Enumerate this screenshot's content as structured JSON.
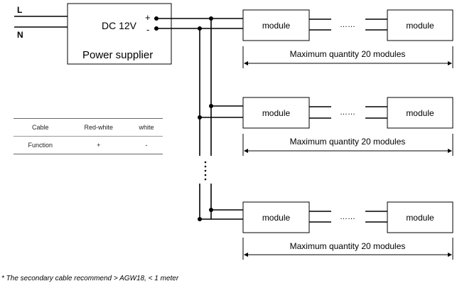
{
  "inputs": {
    "l_label": "L",
    "n_label": "N"
  },
  "power_supply": {
    "voltage_label": "DC 12V",
    "plus_label": "+",
    "minus_label": "-",
    "name_label": "Power supplier"
  },
  "branches": [
    {
      "module_left": "module",
      "dots": "……",
      "module_right": "module",
      "quantity_label": "Maximum quantity 20 modules"
    },
    {
      "module_left": "module",
      "dots": "……",
      "module_right": "module",
      "quantity_label": "Maximum quantity 20 modules"
    },
    {
      "module_left": "module",
      "dots": "……",
      "module_right": "module",
      "quantity_label": "Maximum quantity 20 modules"
    }
  ],
  "cable_table": {
    "headers": [
      "Cable",
      "Red-white",
      "white"
    ],
    "rows": [
      [
        "Function",
        "+",
        "-"
      ]
    ]
  },
  "footnote": "* The secondary cable recommend > AGW18, < 1 meter"
}
